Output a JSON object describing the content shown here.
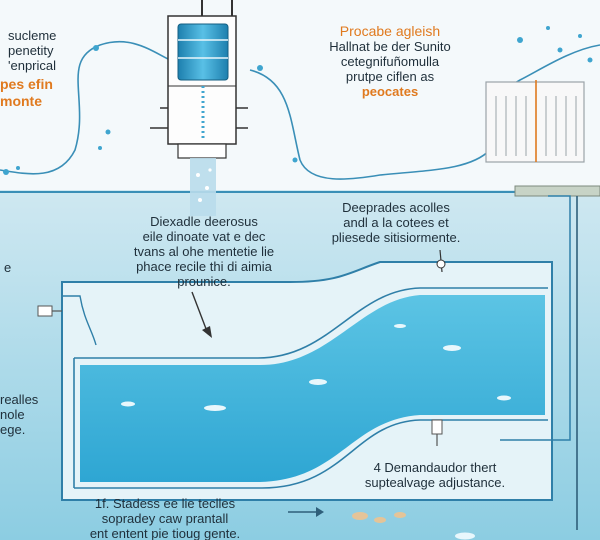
{
  "labels": {
    "left_top": [
      "sucleme",
      "penetity",
      "'enprical"
    ],
    "left_top_orange": [
      "pes efin",
      "monte"
    ],
    "right_top_title": "Procabe agleish",
    "right_top": [
      "Hallnat be der Sunito",
      "cetegnifuñomulla",
      "prutpe ciflen as"
    ],
    "right_top_orange": "peocates",
    "center_note": [
      "Diexadle deerosus",
      "eile dinoate vat e dec",
      "tvans al ohe mentetie lie",
      "phace recile thi di aimia",
      "prounice."
    ],
    "right_note": [
      "Deeprades acolles",
      "andl a la cotees et",
      "pliesede sitisiormente."
    ],
    "left_mid": "e",
    "left_bottom": [
      "realles",
      "nole",
      "ege."
    ],
    "bottom_right_note": [
      "4 Demandaudor thert",
      "suptealvage adjustance."
    ],
    "bottom_left_note": [
      "1f. Stadess ee lie teclles",
      "sopradey caw prantall",
      "ent entent pie tioug gente."
    ]
  },
  "colors": {
    "water_top": "#cfe8f1",
    "water_deep": "#8ccde2",
    "basin_fill": "#3fb6dd",
    "pipe": "#3a8fb7",
    "accent": "#e07a1f"
  },
  "icons": [
    "droplet-icon",
    "fish-icon",
    "arrow-right-icon",
    "valve-icon",
    "water-tank-icon",
    "filter-screen-icon"
  ]
}
